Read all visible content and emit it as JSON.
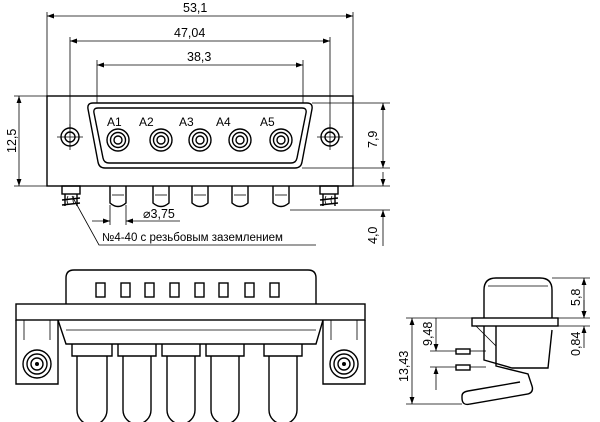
{
  "dimensions": {
    "overall_width": "53,1",
    "mount_hole_spacing": "47,04",
    "shell_width": "38,3",
    "flange_height": "12,5",
    "shell_height": "7,9",
    "pin_diameter": "⌀3,75",
    "pin_length": "4,0",
    "side_height_total": "13,43",
    "side_pcb_height": "9,48",
    "side_shell_height": "5,8",
    "side_offset": "0,84"
  },
  "contacts": [
    "A1",
    "A2",
    "A3",
    "A4",
    "A5"
  ],
  "note": "№4-40 с резьбовым заземлением"
}
